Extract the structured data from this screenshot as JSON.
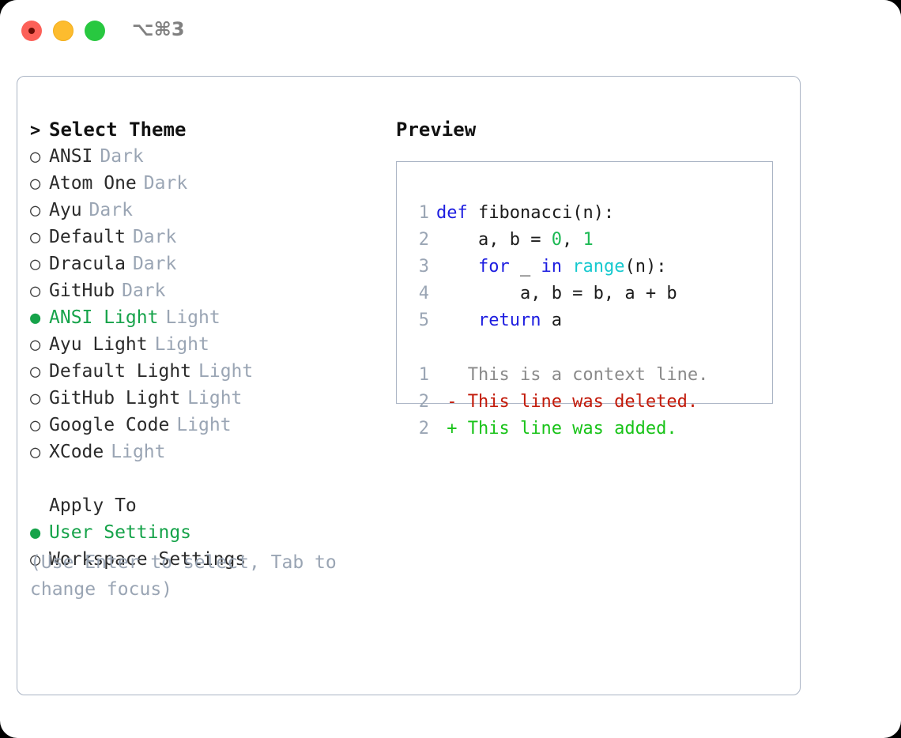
{
  "window": {
    "shortcut": "⌥⌘3",
    "traffic_lights": [
      {
        "name": "close",
        "color": "#fc6058"
      },
      {
        "name": "minimize",
        "color": "#fdbc2e"
      },
      {
        "name": "maximize",
        "color": "#28c840"
      }
    ]
  },
  "theme_selector": {
    "header_caret": ">",
    "header_label": "Select Theme",
    "bullet_unselected": "○",
    "bullet_selected": "●",
    "items": [
      {
        "name": "ANSI",
        "variant": "Dark",
        "selected": false
      },
      {
        "name": "Atom One",
        "variant": "Dark",
        "selected": false
      },
      {
        "name": "Ayu",
        "variant": "Dark",
        "selected": false
      },
      {
        "name": "Default",
        "variant": "Dark",
        "selected": false
      },
      {
        "name": "Dracula",
        "variant": "Dark",
        "selected": false
      },
      {
        "name": "GitHub",
        "variant": "Dark",
        "selected": false
      },
      {
        "name": "ANSI Light",
        "variant": "Light",
        "selected": true
      },
      {
        "name": "Ayu Light",
        "variant": "Light",
        "selected": false
      },
      {
        "name": "Default Light",
        "variant": "Light",
        "selected": false
      },
      {
        "name": "GitHub Light",
        "variant": "Light",
        "selected": false
      },
      {
        "name": "Google Code",
        "variant": "Light",
        "selected": false
      },
      {
        "name": "XCode",
        "variant": "Light",
        "selected": false
      }
    ]
  },
  "apply_to": {
    "header_label": "Apply To",
    "items": [
      {
        "name": "User Settings",
        "selected": true
      },
      {
        "name": "Workspace Settings",
        "selected": false
      }
    ]
  },
  "hint": "(Use Enter to select, Tab to change focus)",
  "preview": {
    "title": "Preview",
    "code_lines": [
      {
        "no": "1",
        "tokens": [
          {
            "t": "def",
            "c": "kw"
          },
          {
            "t": " fibonacci(n):",
            "c": "plain"
          }
        ]
      },
      {
        "no": "2",
        "tokens": [
          {
            "t": "    a, b = ",
            "c": "plain"
          },
          {
            "t": "0",
            "c": "num"
          },
          {
            "t": ", ",
            "c": "plain"
          },
          {
            "t": "1",
            "c": "num"
          }
        ]
      },
      {
        "no": "3",
        "tokens": [
          {
            "t": "    ",
            "c": "plain"
          },
          {
            "t": "for",
            "c": "kw"
          },
          {
            "t": " _ ",
            "c": "plain"
          },
          {
            "t": "in",
            "c": "kw"
          },
          {
            "t": " ",
            "c": "plain"
          },
          {
            "t": "range",
            "c": "fn"
          },
          {
            "t": "(n):",
            "c": "plain"
          }
        ]
      },
      {
        "no": "4",
        "tokens": [
          {
            "t": "        a, b = b, a + b",
            "c": "plain"
          }
        ]
      },
      {
        "no": "5",
        "tokens": [
          {
            "t": "    ",
            "c": "plain"
          },
          {
            "t": "return",
            "c": "kw"
          },
          {
            "t": " a",
            "c": "plain"
          }
        ]
      }
    ],
    "diff_lines": [
      {
        "no": "1",
        "marker": " ",
        "text": "This is a context line.",
        "kind": "d-ctx"
      },
      {
        "no": "2",
        "marker": "-",
        "text": "This line was deleted.",
        "kind": "d-del"
      },
      {
        "no": "2",
        "marker": "+",
        "text": "This line was added.",
        "kind": "d-add"
      }
    ]
  },
  "colors": {
    "accent_green": "#16a34a",
    "muted_gray": "#9aa5b4",
    "border": "#aab4c4",
    "keyword_blue": "#1d1de0",
    "function_cyan": "#17c9cf",
    "number_green": "#1db954",
    "diff_delete_red": "#c21a0a",
    "diff_add_green": "#19c319"
  }
}
